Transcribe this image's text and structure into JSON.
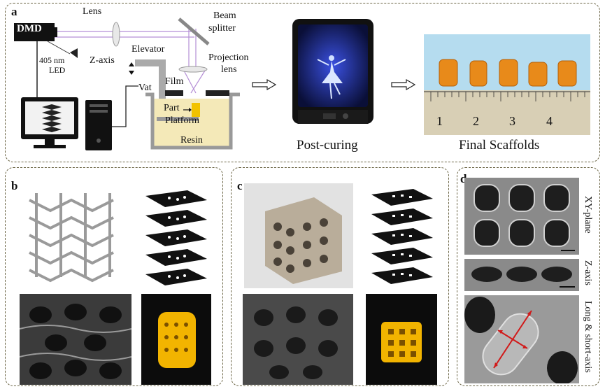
{
  "panel_a": {
    "label": "a",
    "dmd": "DMD",
    "lens": "Lens",
    "beam_splitter_1": "Beam",
    "beam_splitter_2": "splitter",
    "led_1": "405 nm",
    "led_2": "LED",
    "zaxis": "Z-axis",
    "elevator": "Elevator",
    "projection_1": "Projection",
    "projection_2": "lens",
    "vat": "Vat",
    "film": "Film",
    "part": "Part",
    "platform": "Platform",
    "resin": "Resin",
    "post_curing": "Post-curing",
    "final_scaffolds": "Final Scaffolds",
    "ruler_numbers": [
      "1",
      "2",
      "3",
      "4"
    ]
  },
  "panel_b": {
    "label": "b"
  },
  "panel_c": {
    "label": "c"
  },
  "panel_d": {
    "label": "d",
    "xy_plane": "XY-plane",
    "z_axis": "Z-axis",
    "long_short": "Long & short-axis"
  },
  "colors": {
    "panel_border": "#6b6545",
    "light_path": "#b58fd6",
    "resin_fill": "#f4e9b8",
    "part_fill": "#f2c200",
    "scaffold_orange": "#e88a1a",
    "arrow_red": "#d11a1a"
  }
}
